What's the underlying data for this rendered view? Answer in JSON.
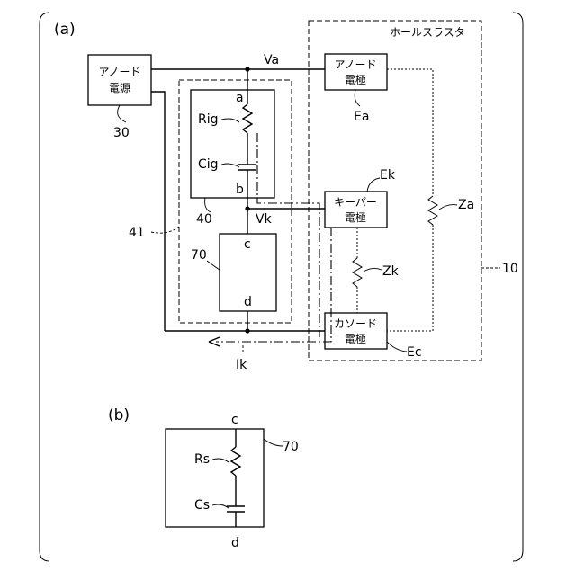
{
  "panel_a": {
    "label": "(a)",
    "hall_cluster": "ホールスラスタ",
    "ref_10": "10",
    "anode_supply": {
      "line1": "アノード",
      "line2": "電源",
      "ref": "30"
    },
    "anode_electrode": {
      "line1": "アノード",
      "line2": "電極",
      "ref": "Ea"
    },
    "keeper_electrode": {
      "line1": "キーパー",
      "line2": "電極",
      "ref": "Ek"
    },
    "cathode_electrode": {
      "line1": "カソード",
      "line2": "電極",
      "ref": "Ec"
    },
    "Va": "Va",
    "Vk": "Vk",
    "Ik": "Ik",
    "Za": "Za",
    "Zk": "Zk",
    "Rig": "Rig",
    "Cig": "Cig",
    "node_a": "a",
    "node_b": "b",
    "node_c": "c",
    "node_d": "d",
    "ref_40": "40",
    "ref_41": "41",
    "ref_70": "70"
  },
  "panel_b": {
    "label": "(b)",
    "Rs": "Rs",
    "Cs": "Cs",
    "node_c": "c",
    "node_d": "d",
    "ref_70": "70"
  }
}
